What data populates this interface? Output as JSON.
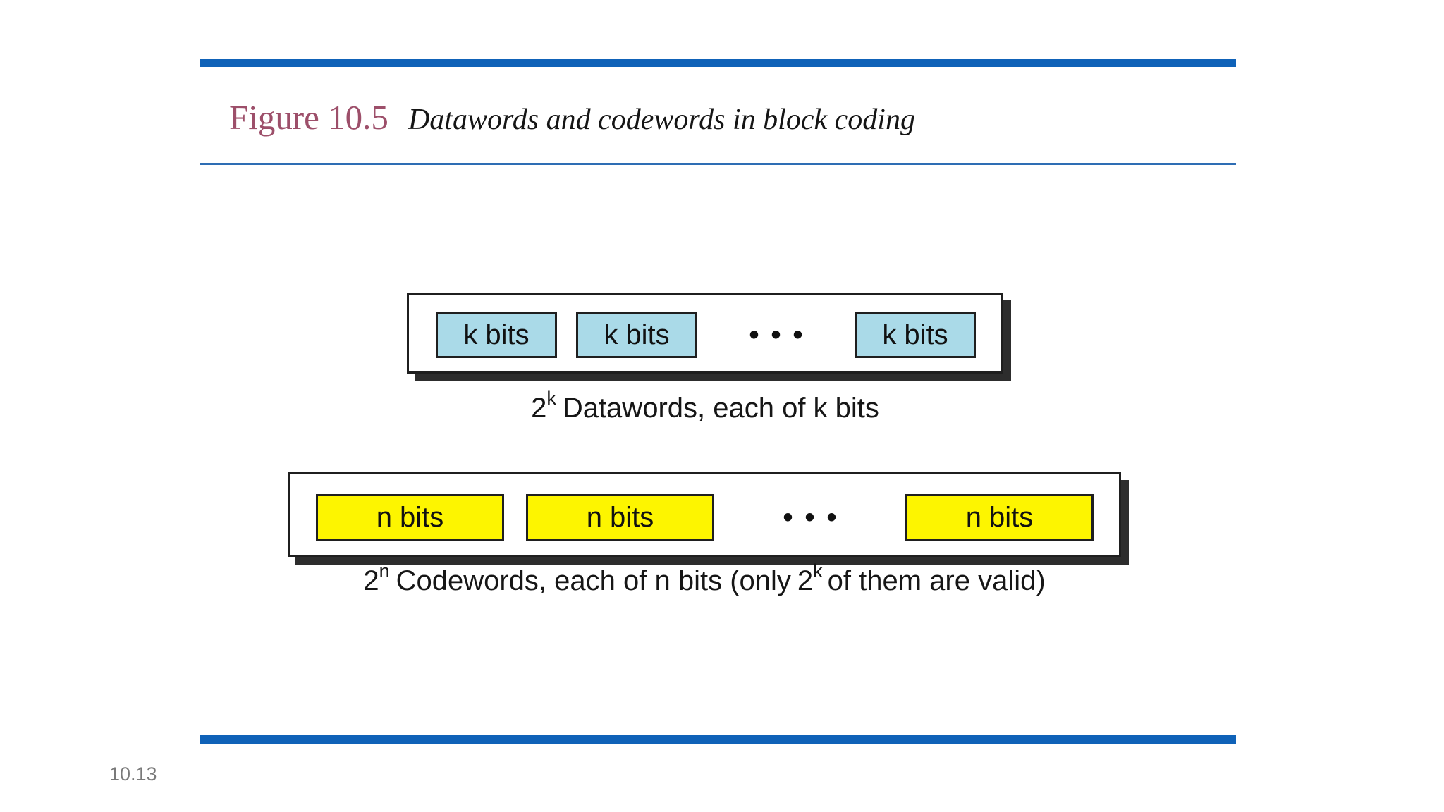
{
  "colors": {
    "accent": "#0f62b8",
    "rule": "#2e6db4",
    "title": "#9d4f6a",
    "dataword-fill": "#aadae8",
    "codeword-fill": "#fdf500",
    "shadow": "#2d2d2d",
    "ink": "#1a1a1a",
    "page-gray": "#7a7a7a"
  },
  "header": {
    "figure_label": "Figure 10.5",
    "figure_title": "Datawords and codewords in block coding"
  },
  "datawords": {
    "blocks": [
      "k bits",
      "k bits",
      "k bits"
    ],
    "ellipsis": "•••",
    "caption": {
      "base": "2",
      "sup": "k",
      "rest": "Datawords, each of k bits"
    }
  },
  "codewords": {
    "blocks": [
      "n bits",
      "n bits",
      "n bits"
    ],
    "ellipsis": "•••",
    "caption": {
      "base": "2",
      "sup": "n",
      "mid": "Codewords, each of n bits (only",
      "base2": "2",
      "sup2": "k",
      "tail": "of them are valid)"
    }
  },
  "footer": {
    "page_number": "10.13"
  }
}
